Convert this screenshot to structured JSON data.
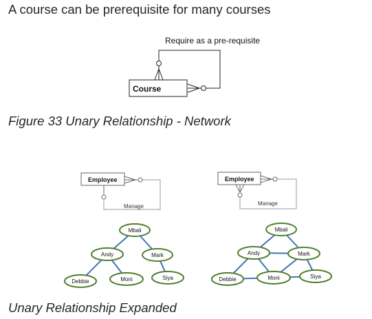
{
  "heading": "A course can be prerequisite for many courses",
  "diagram_network": {
    "entity": "Course",
    "relationship_label": "Require as a pre-requisite"
  },
  "caption_network": "Figure 33 Unary Relationship - Network",
  "diagram_left": {
    "entity": "Employee",
    "relationship_label": "Manage",
    "nodes": [
      "Mbali",
      "Andy",
      "Mark",
      "Debbie",
      "Moni",
      "Siya"
    ]
  },
  "diagram_right": {
    "entity": "Employee",
    "relationship_label": "Manage",
    "nodes": [
      "Mbali",
      "Andy",
      "Mark",
      "Debbie",
      "Moni",
      "Siya"
    ]
  },
  "caption_expanded": "Unary Relationship Expanded",
  "colors": {
    "node_border": "#4f7f2f",
    "edge": "#3e74b8",
    "line": "#222222"
  }
}
